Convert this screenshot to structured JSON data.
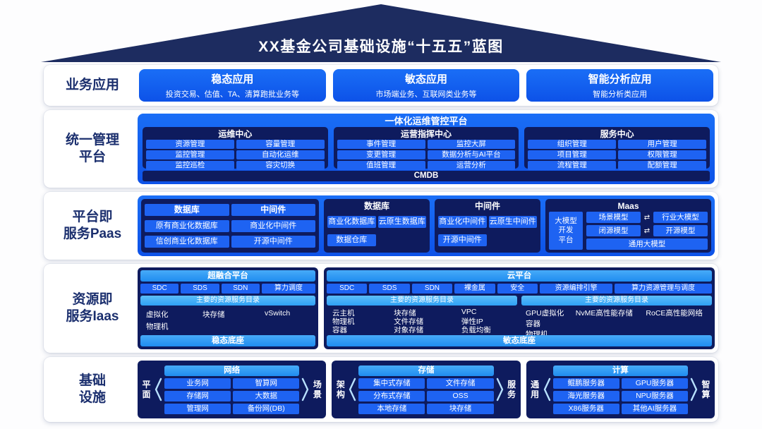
{
  "title": "XX基金公司基础设施“十五五”蓝图",
  "colors": {
    "roof_navy": "#1d2c60",
    "panel_navy": "#0e1b5e",
    "item_blue": "#1e63f2",
    "container_blue": "#1566f0",
    "header_blue": "#2f9df5",
    "catalog_blue": "#41b0f7"
  },
  "rows": {
    "business": {
      "label1": "业务应用",
      "label2": "",
      "apps": [
        {
          "title": "稳态应用",
          "subtitle": "投资交易、估值、TA、清算跑批业务等"
        },
        {
          "title": "敏态应用",
          "subtitle": "市场端业务、互联网类业务等"
        },
        {
          "title": "智能分析应用",
          "subtitle": "智能分析类应用"
        }
      ]
    },
    "management": {
      "label1": "统一管理",
      "label2": "平台",
      "platform_title": "一体化运维管控平台",
      "cmdb_label": "CMDB",
      "centers": [
        {
          "header": "运维中心",
          "items": [
            "资源管理",
            "容量管理",
            "监控管理",
            "自动化运维",
            "监控巡检",
            "容灾切换"
          ]
        },
        {
          "header": "运营指挥中心",
          "items": [
            "事件管理",
            "监控大屏",
            "变更管理",
            "数据分析与AI平台",
            "值班管理",
            "运营分析"
          ]
        },
        {
          "header": "服务中心",
          "items": [
            "组织管理",
            "用户管理",
            "项目管理",
            "权限管理",
            "流程管理",
            "配额管理"
          ]
        }
      ]
    },
    "paas": {
      "label1": "平台即",
      "label2": "服务Paas",
      "panel_db_mw": {
        "db_header": "数据库",
        "mw_header": "中间件",
        "db_items": [
          "原有商业化数据库",
          "信创商业化数据库"
        ],
        "mw_items": [
          "商业化中间件",
          "开源中间件"
        ]
      },
      "panel_db": {
        "header": "数据库",
        "items": [
          "商业化数据库",
          "云原生数据库",
          "数据仓库"
        ]
      },
      "panel_mw": {
        "header": "中间件",
        "items": [
          "商业化中间件",
          "云原生中间件",
          "开源中间件"
        ]
      },
      "panel_maas": {
        "header": "Maas",
        "side_lines": [
          "大模型",
          "开发",
          "平台"
        ],
        "arrow_glyph": "⇄",
        "pairs": [
          {
            "left": "场景模型",
            "right": "行业大模型"
          },
          {
            "left": "闭源模型",
            "right": "开源模型"
          }
        ],
        "bottom": "通用大模型"
      }
    },
    "iaas": {
      "label1": "资源即",
      "label2": "服务Iaas",
      "hci": {
        "header": "超融合平台",
        "top_boxes": [
          "SDC",
          "SDS",
          "SDN",
          "算力调度"
        ],
        "catalog": "主要的资源服务目录",
        "services": [
          "虚拟化",
          "块存储",
          "vSwitch",
          "物理机"
        ],
        "bottom": "稳态底座"
      },
      "cloud": {
        "header": "云平台",
        "top_boxes": [
          "SDC",
          "SDS",
          "SDN",
          "裸金属",
          "安全",
          "资源编排引擎",
          "算力资源管理与调度"
        ],
        "catalog_left": "主要的资源服务目录",
        "catalog_right": "主要的资源服务目录",
        "services_left": [
          "云主机",
          "块存储",
          "VPC",
          "物理机",
          "文件存储",
          "弹性IP",
          "容器",
          "对象存储",
          "负载均衡"
        ],
        "services_right_row1": [
          "GPU虚拟化",
          "NvME高性能存储",
          "RoCE高性能网络"
        ],
        "services_right_row2": "容器",
        "services_right_row3": "物理机",
        "bottom": "敏态底座"
      }
    },
    "infra": {
      "label1": "基础",
      "label2": "设施",
      "panels": [
        {
          "side_left": "平面",
          "side_right": "场景",
          "header": "网络",
          "items": [
            "业务网",
            "智算网",
            "存储网",
            "大数据",
            "管理网",
            "备份网(DB)"
          ]
        },
        {
          "side_left": "架构",
          "side_right": "服务",
          "header": "存储",
          "items": [
            "集中式存储",
            "文件存储",
            "分布式存储",
            "OSS",
            "本地存储",
            "块存储"
          ]
        },
        {
          "side_left": "通用",
          "side_right": "智算",
          "header": "计算",
          "items": [
            "鲲鹏服务器",
            "GPU服务器",
            "海光服务器",
            "NPU服务器",
            "X86服务器",
            "其他AI服务器"
          ]
        }
      ]
    }
  }
}
